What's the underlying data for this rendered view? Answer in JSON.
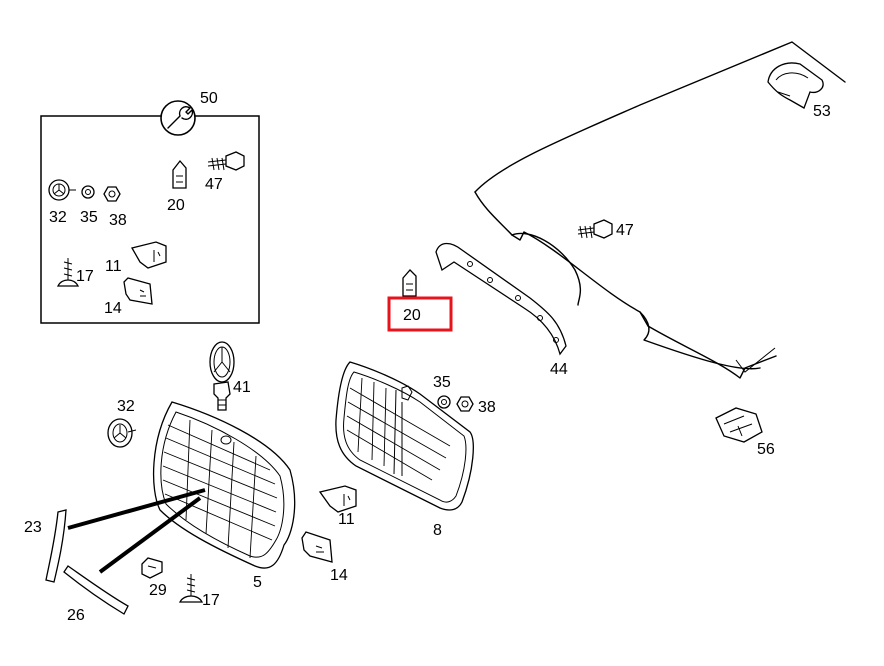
{
  "labels": {
    "l50": "50",
    "l47a": "47",
    "l20a": "20",
    "l32a": "32",
    "l35a": "35",
    "l38a": "38",
    "l17a": "17",
    "l11a": "11",
    "l14a": "14",
    "l53": "53",
    "l47b": "47",
    "l20b": "20",
    "l44": "44",
    "l41": "41",
    "l35b": "35",
    "l38b": "38",
    "l32b": "32",
    "l56": "56",
    "l11b": "11",
    "l8": "8",
    "l23": "23",
    "l29": "29",
    "l17b": "17",
    "l5": "5",
    "l14b": "14",
    "l26": "26"
  },
  "highlight": {
    "color": "#e8141b"
  }
}
